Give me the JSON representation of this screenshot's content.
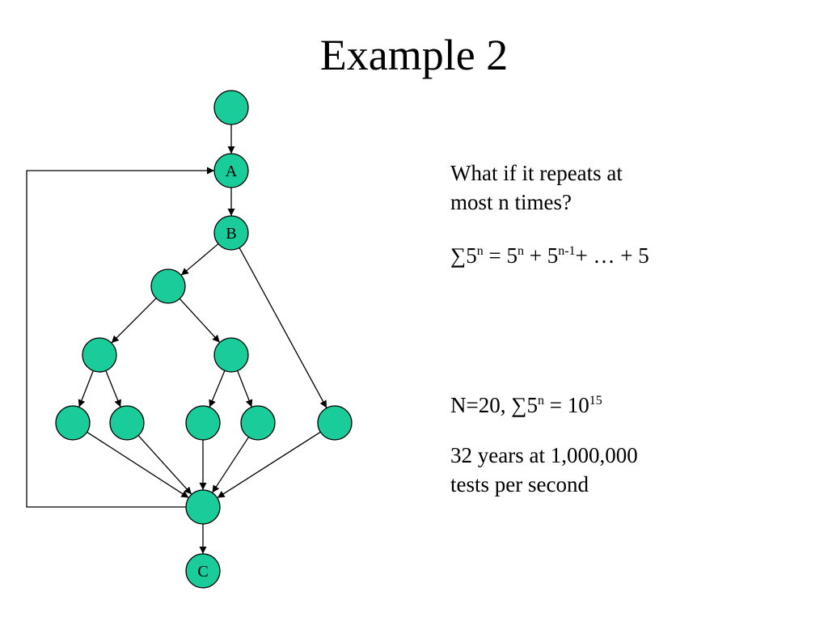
{
  "slide": {
    "title": "Example 2"
  },
  "diagram": {
    "node_color": "#19cc99",
    "stroke_color": "#000000",
    "nodes": [
      {
        "id": "start",
        "label": ""
      },
      {
        "id": "A",
        "label": "A"
      },
      {
        "id": "B",
        "label": "B"
      },
      {
        "id": "n1",
        "label": ""
      },
      {
        "id": "n2",
        "label": ""
      },
      {
        "id": "n3",
        "label": ""
      },
      {
        "id": "l1",
        "label": ""
      },
      {
        "id": "l2",
        "label": ""
      },
      {
        "id": "l3",
        "label": ""
      },
      {
        "id": "l4",
        "label": ""
      },
      {
        "id": "l5",
        "label": ""
      },
      {
        "id": "merge",
        "label": ""
      },
      {
        "id": "C",
        "label": "C"
      }
    ],
    "edges": [
      {
        "from": "start",
        "to": "A"
      },
      {
        "from": "A",
        "to": "B"
      },
      {
        "from": "B",
        "to": "n1"
      },
      {
        "from": "B",
        "to": "l5"
      },
      {
        "from": "n1",
        "to": "n2"
      },
      {
        "from": "n1",
        "to": "n3"
      },
      {
        "from": "n2",
        "to": "l1"
      },
      {
        "from": "n2",
        "to": "l2"
      },
      {
        "from": "n3",
        "to": "l3"
      },
      {
        "from": "n3",
        "to": "l4"
      },
      {
        "from": "l1",
        "to": "merge"
      },
      {
        "from": "l2",
        "to": "merge"
      },
      {
        "from": "l3",
        "to": "merge"
      },
      {
        "from": "l4",
        "to": "merge"
      },
      {
        "from": "l5",
        "to": "merge"
      },
      {
        "from": "merge",
        "to": "A",
        "type": "loop"
      },
      {
        "from": "merge",
        "to": "C"
      }
    ]
  },
  "notes": {
    "question_line1": "What if it repeats at",
    "question_line2": "most n times?",
    "formula": {
      "sum_sym": "∑",
      "base": "5",
      "exp_n": "n",
      "eq": " = ",
      "term1_base": "5",
      "term1_exp": "n",
      "plus1": " + ",
      "term2_base": "5",
      "term2_exp": "n-1",
      "tail": "+ … + 5"
    },
    "nvalue": {
      "prefix": "N=20, ",
      "sum_sym": "∑",
      "base": "5",
      "exp": "n",
      "eq": " = ",
      "result_base": "10",
      "result_exp": "15"
    },
    "rate_line1": "32 years at 1,000,000",
    "rate_line2": "tests per second"
  }
}
